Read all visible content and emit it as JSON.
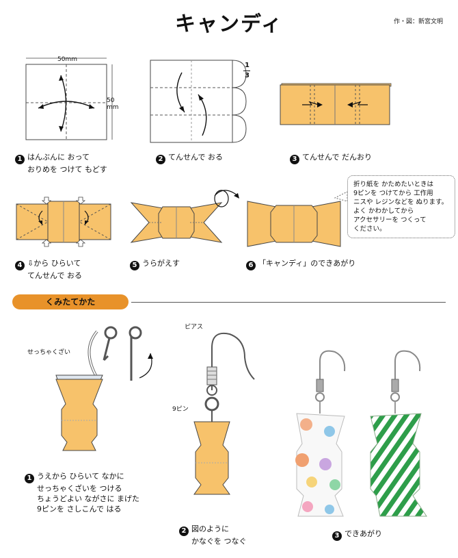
{
  "title": "キャンディ",
  "credit": "作・図：新宮文明",
  "dimensions": {
    "width": "50mm",
    "height_line1": "50",
    "height_line2": "mm"
  },
  "fraction": {
    "numerator": "1",
    "denominator": "3"
  },
  "steps": [
    {
      "num": "1",
      "lines": [
        "はんぶんに おって",
        "おりめを つけて もどす"
      ]
    },
    {
      "num": "2",
      "lines": [
        "てんせんで おる"
      ]
    },
    {
      "num": "3",
      "lines": [
        "てんせんで だんおり"
      ]
    },
    {
      "num": "4",
      "lines": [
        "⇩から ひらいて",
        "てんせんで おる"
      ]
    },
    {
      "num": "5",
      "lines": [
        "うらがえす"
      ]
    },
    {
      "num": "6",
      "lines": [
        "「キャンディ」のできあがり"
      ]
    }
  ],
  "tip": {
    "lines": [
      "折り紙を かためたいときは",
      "9ピンを つけてから 工作用",
      "ニスや レジンなどを ぬります。",
      "よく かわかしてから",
      "アクセサリーを つくって",
      "ください。"
    ]
  },
  "section_title": "くみたてかた",
  "assembly": [
    {
      "num": "1",
      "lines": [
        "うえから ひらいて なかに",
        "せっちゃくざいを つける",
        "ちょうどよい ながさに まげた",
        "9ピンを さしこんで はる"
      ]
    },
    {
      "num": "2",
      "lines": [
        "図のように",
        "かなぐを つなぐ"
      ]
    },
    {
      "num": "3",
      "lines": [
        "できあがり"
      ]
    }
  ],
  "labels": {
    "glue": "せっちゃくざい",
    "pierce": "ピアス",
    "pin": "9ピン"
  },
  "colors": {
    "paper": "#f7c26b",
    "paper_edge": "#444444",
    "accent": "#e8922a",
    "stripe_green": "#2e9e4a"
  }
}
